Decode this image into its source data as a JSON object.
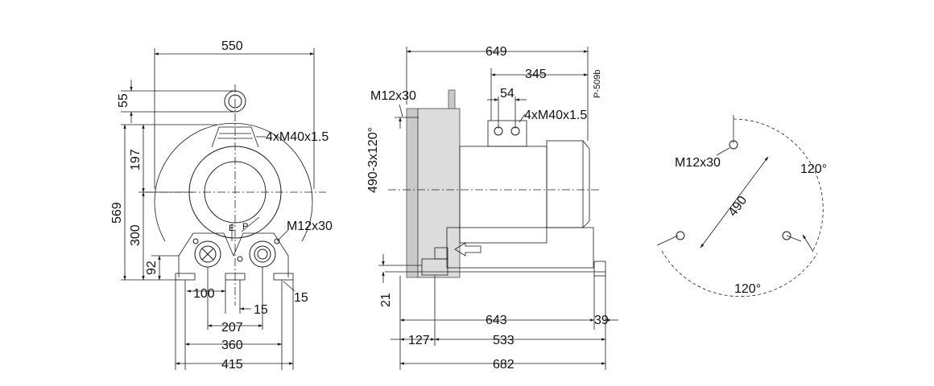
{
  "front_view": {
    "dims": {
      "width_top": "550",
      "d55": "55",
      "d197": "197",
      "d569": "569",
      "d300": "300",
      "d92": "92",
      "d100": "100",
      "d15a": "15",
      "d15b": "15",
      "d207": "207",
      "d360": "360",
      "d415": "415"
    },
    "labels": {
      "inlet": "4xM40x1.5",
      "mount": "M12x30",
      "mark_e": "E",
      "mark_p": "P"
    }
  },
  "side_view": {
    "dims": {
      "d649": "649",
      "d345": "345",
      "d54": "54",
      "d21": "21",
      "d643": "643",
      "d39": "39",
      "d127": "127",
      "d533": "533",
      "d682": "682"
    },
    "labels": {
      "mount": "M12x30",
      "bolt_circle": "490-3x120°",
      "inlet": "4xM40x1.5",
      "code": "P-509b"
    }
  },
  "flange_view": {
    "dims": {
      "diameter": "490",
      "angle_a": "120°",
      "angle_b": "120°"
    },
    "labels": {
      "mount": "M12x30"
    }
  }
}
